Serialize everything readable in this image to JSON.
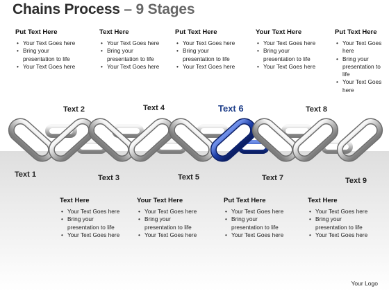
{
  "title": {
    "main": "Chains Process",
    "dash": " – ",
    "sub": "9 Stages"
  },
  "top_blocks": [
    {
      "heading": "Put Text Here",
      "bullets": [
        "Your Text Goes here",
        "Bring your presentation to life",
        "Your Text Goes here"
      ]
    },
    {
      "heading": "Text Here",
      "bullets": [
        "Your Text Goes here",
        "Bring your presentation to life",
        "Your Text Goes here"
      ]
    },
    {
      "heading": "Put Text Here",
      "bullets": [
        "Your Text Goes here",
        "Bring your presentation to life",
        "Your Text Goes here"
      ]
    },
    {
      "heading": "Your Text Here",
      "bullets": [
        "Your Text Goes here",
        "Bring your presentation to life",
        "Your Text Goes here"
      ]
    },
    {
      "heading": "Put Text Here",
      "bullets": [
        "Your Text Goes here",
        "Bring your presentation to life",
        "Your Text Goes here"
      ]
    }
  ],
  "bottom_blocks": [
    {
      "heading": "Text Here",
      "bullets": [
        "Your Text Goes here",
        "Bring your presentation to life",
        "Your Text Goes here"
      ]
    },
    {
      "heading": "Your Text Here",
      "bullets": [
        "Your Text Goes here",
        "Bring your presentation to life",
        "Your Text Goes here"
      ]
    },
    {
      "heading": "Put Text Here",
      "bullets": [
        "Your Text Goes here",
        "Bring your presentation to life",
        "Your Text Goes here"
      ]
    },
    {
      "heading": "Text Here",
      "bullets": [
        "Your Text Goes here",
        "Bring your presentation to life",
        "Your Text Goes here"
      ]
    }
  ],
  "stages": [
    "Text 1",
    "Text 2",
    "Text 3",
    "Text 4",
    "Text 5",
    "Text 6",
    "Text 7",
    "Text 8",
    "Text 9"
  ],
  "highlighted_stage": "Text 6",
  "colors": {
    "link_silver": "#c9c9c9",
    "link_blue": "#1d3fa8",
    "title": "#2d2d2d"
  },
  "logo": "Your Logo"
}
